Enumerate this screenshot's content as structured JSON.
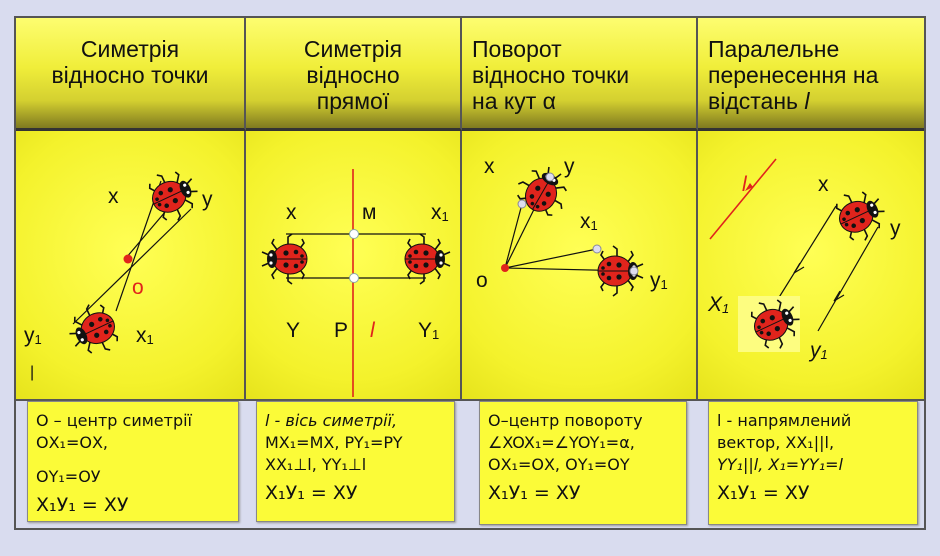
{
  "columns": [
    {
      "header": "Симетрія\nвідносно точки",
      "labels": {
        "x": "x",
        "y": "y",
        "o": "o",
        "y1": "y",
        "x1": "x",
        "sub1": "1",
        "tick": "|"
      },
      "note": {
        "l1": "О – центр симетрії",
        "l2": "ОХ₁=ОХ,",
        "l3": "ОY₁=ОУ",
        "result": "Х₁У₁ = ХУ"
      }
    },
    {
      "header": "Симетрія\nвідносно\nпрямої",
      "labels": {
        "x": "x",
        "m": "м",
        "x1": "x",
        "Y": "Y",
        "P": "P",
        "l": "l",
        "Y1": "Y",
        "sub1": "1"
      },
      "note": {
        "l1": "l - вісь симетрії,",
        "l2": "MX₁=MX, PY₁=PY",
        "l3": "XX₁⊥l, YY₁⊥l",
        "result": "Х₁У₁ = ХУ"
      }
    },
    {
      "header": "Поворот\nвідносно точки\nна кут α",
      "labels": {
        "x": "x",
        "y": "y",
        "x1": "x",
        "o": "o",
        "y1": "y",
        "sub1": "1"
      },
      "note": {
        "l1": "О–центр повороту",
        "l2": "∠XOX₁=∠YOY₁=α,",
        "l3": "ОХ₁=ОХ, ОY₁=ОY",
        "result": "Х₁У₁ = ХУ"
      }
    },
    {
      "header": "Паралельне\nперенесення на\nвідстань l",
      "labels": {
        "l": "l",
        "x": "x",
        "y": "y",
        "X1": "X",
        "y1": "y",
        "sub1": "1"
      },
      "note": {
        "l1": "l - напрямлений",
        "l2": "вектор, XX₁||l,",
        "l3": "YY₁||l, X₁=YY₁=l",
        "result": "Х₁У₁ = ХУ"
      }
    }
  ],
  "colors": {
    "header": "#f0ee3a",
    "panel": "#f4f22c",
    "note": "#fbfb38",
    "bug_shell": "#e0241c",
    "line_red": "#e0241c",
    "background": "#d9dcef"
  }
}
